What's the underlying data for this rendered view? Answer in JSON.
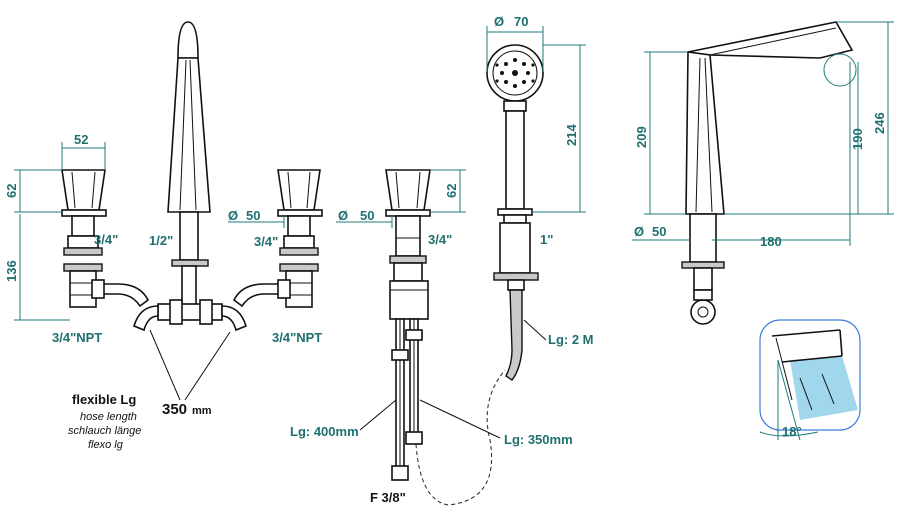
{
  "dimensions": {
    "d52": "52",
    "d62a": "62",
    "d136": "136",
    "d50a": "50",
    "d50b": "50",
    "d62b": "62",
    "d70": "70",
    "d214": "214",
    "d209": "209",
    "d190": "190",
    "d246": "246",
    "d50c": "50",
    "d180": "180",
    "angle": "18°"
  },
  "labels": {
    "t34a": "3/4\"",
    "t12": "1/2\"",
    "t34b": "3/4\"",
    "t34c": "3/4\"",
    "t1": "1\"",
    "npt1": "3/4\"NPT",
    "npt2": "3/4\"NPT",
    "lg2m": "Lg: 2 M",
    "lg400": "Lg: 400mm",
    "lg350": "Lg: 350mm",
    "f38": "F 3/8\"",
    "hose_mm": "350",
    "mm_unit": "mm"
  },
  "hose_note": {
    "title": "flexible Lg",
    "line1": "hose length",
    "line2": "schlauch länge",
    "line3": "flexo lg"
  },
  "symbols": {
    "diameter": "Ø"
  },
  "colors": {
    "dimension": "#1f7a7a",
    "line": "#111111",
    "water": "#8fd0ea"
  }
}
